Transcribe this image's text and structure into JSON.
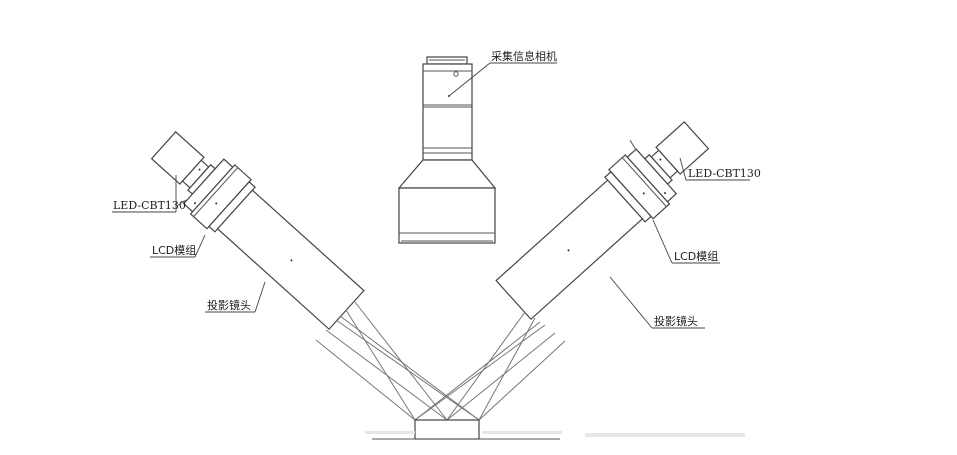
{
  "diagram": {
    "type": "technical-drawing",
    "subject": "Multi-angle projection imaging setup",
    "labels": {
      "camera": "采集信息相机",
      "left_led": "LED-CBT130",
      "left_lcd": "LCD模组",
      "left_lens": "投影镜头",
      "right_led": "LED-CBT130",
      "right_lcd": "LCD模组",
      "right_lens": "投影镜头"
    },
    "components": [
      {
        "id": "camera",
        "name": "采集信息相机",
        "position": "top-center"
      },
      {
        "id": "left-projector",
        "parts": [
          "LED-CBT130",
          "LCD模组",
          "投影镜头"
        ],
        "position": "left",
        "orientation": "angled down-right"
      },
      {
        "id": "right-projector",
        "parts": [
          "LED-CBT130",
          "LCD模组",
          "投影镜头"
        ],
        "position": "right",
        "orientation": "angled down-left"
      },
      {
        "id": "target-stage",
        "position": "bottom-center"
      }
    ],
    "colors": {
      "line": "#555555",
      "background": "#ffffff",
      "text": "#222222"
    }
  }
}
